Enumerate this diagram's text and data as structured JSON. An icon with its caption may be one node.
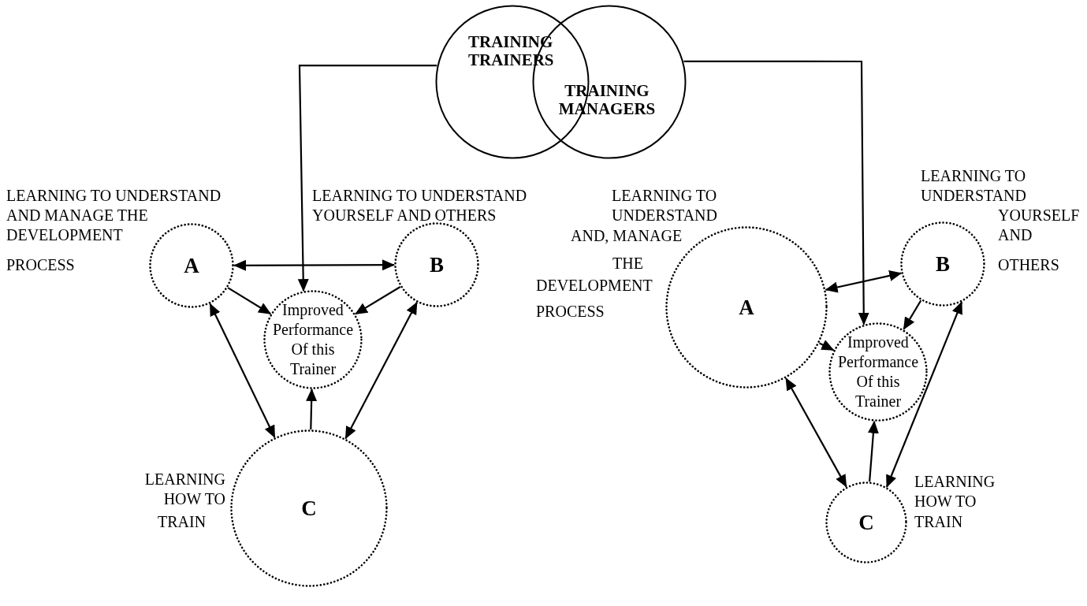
{
  "diagram": {
    "nodes": [
      {
        "text": [
          "TRAINING TRAINERS"
        ]
      },
      {
        "text": [
          "TRAINING MANAGERS"
        ]
      },
      {
        "text": [
          "A"
        ],
        "beside": [
          "LEARNING TO UNDERSTAND AND MANAGE THE DEVELOPMENT",
          "PROCESS"
        ]
      },
      {
        "text": [
          "B"
        ],
        "beside": [
          "LEARNING TO UNDERSTAND YOURSELF AND OTHERS"
        ]
      },
      {
        "text": [
          "Improved Performance Of this Trainer"
        ]
      },
      {
        "text": [
          "C"
        ],
        "beside": [
          "LEARNING HOW TO",
          "TRAIN"
        ]
      },
      {
        "text": [
          "A"
        ],
        "beside": [
          "LEARNING TO UNDERSTAND",
          "AND, MANAGE",
          "THE",
          "DEVELOPMENT",
          "PROCESS"
        ]
      },
      {
        "text": [
          "B"
        ],
        "beside": [
          "LEARNING TO UNDERSTAND",
          "YOURSELF AND",
          "OTHERS"
        ]
      },
      {
        "text": [
          "Improved Performance Of this Trainer"
        ]
      },
      {
        "text": [
          "C"
        ],
        "beside": [
          "LEARNING HOW TO",
          "TRAIN"
        ]
      }
    ],
    "edges": [
      {
        "from": 0,
        "to": 4,
        "arrow": "to"
      },
      {
        "from": 1,
        "to": 8,
        "arrow": "to"
      },
      {
        "from": 2,
        "to": 3,
        "arrow": "both"
      },
      {
        "from": 2,
        "to": 4,
        "arrow": "to"
      },
      {
        "from": 3,
        "to": 4,
        "arrow": "to"
      },
      {
        "from": 2,
        "to": 5,
        "arrow": "both"
      },
      {
        "from": 3,
        "to": 5,
        "arrow": "both"
      },
      {
        "from": 5,
        "to": 4,
        "arrow": "to"
      },
      {
        "from": 6,
        "to": 7,
        "arrow": "both"
      },
      {
        "from": 6,
        "to": 8,
        "arrow": "to"
      },
      {
        "from": 7,
        "to": 8,
        "arrow": "to"
      },
      {
        "from": 6,
        "to": 9,
        "arrow": "both"
      },
      {
        "from": 7,
        "to": 9,
        "arrow": "both"
      },
      {
        "from": 9,
        "to": 8,
        "arrow": "to"
      }
    ]
  }
}
